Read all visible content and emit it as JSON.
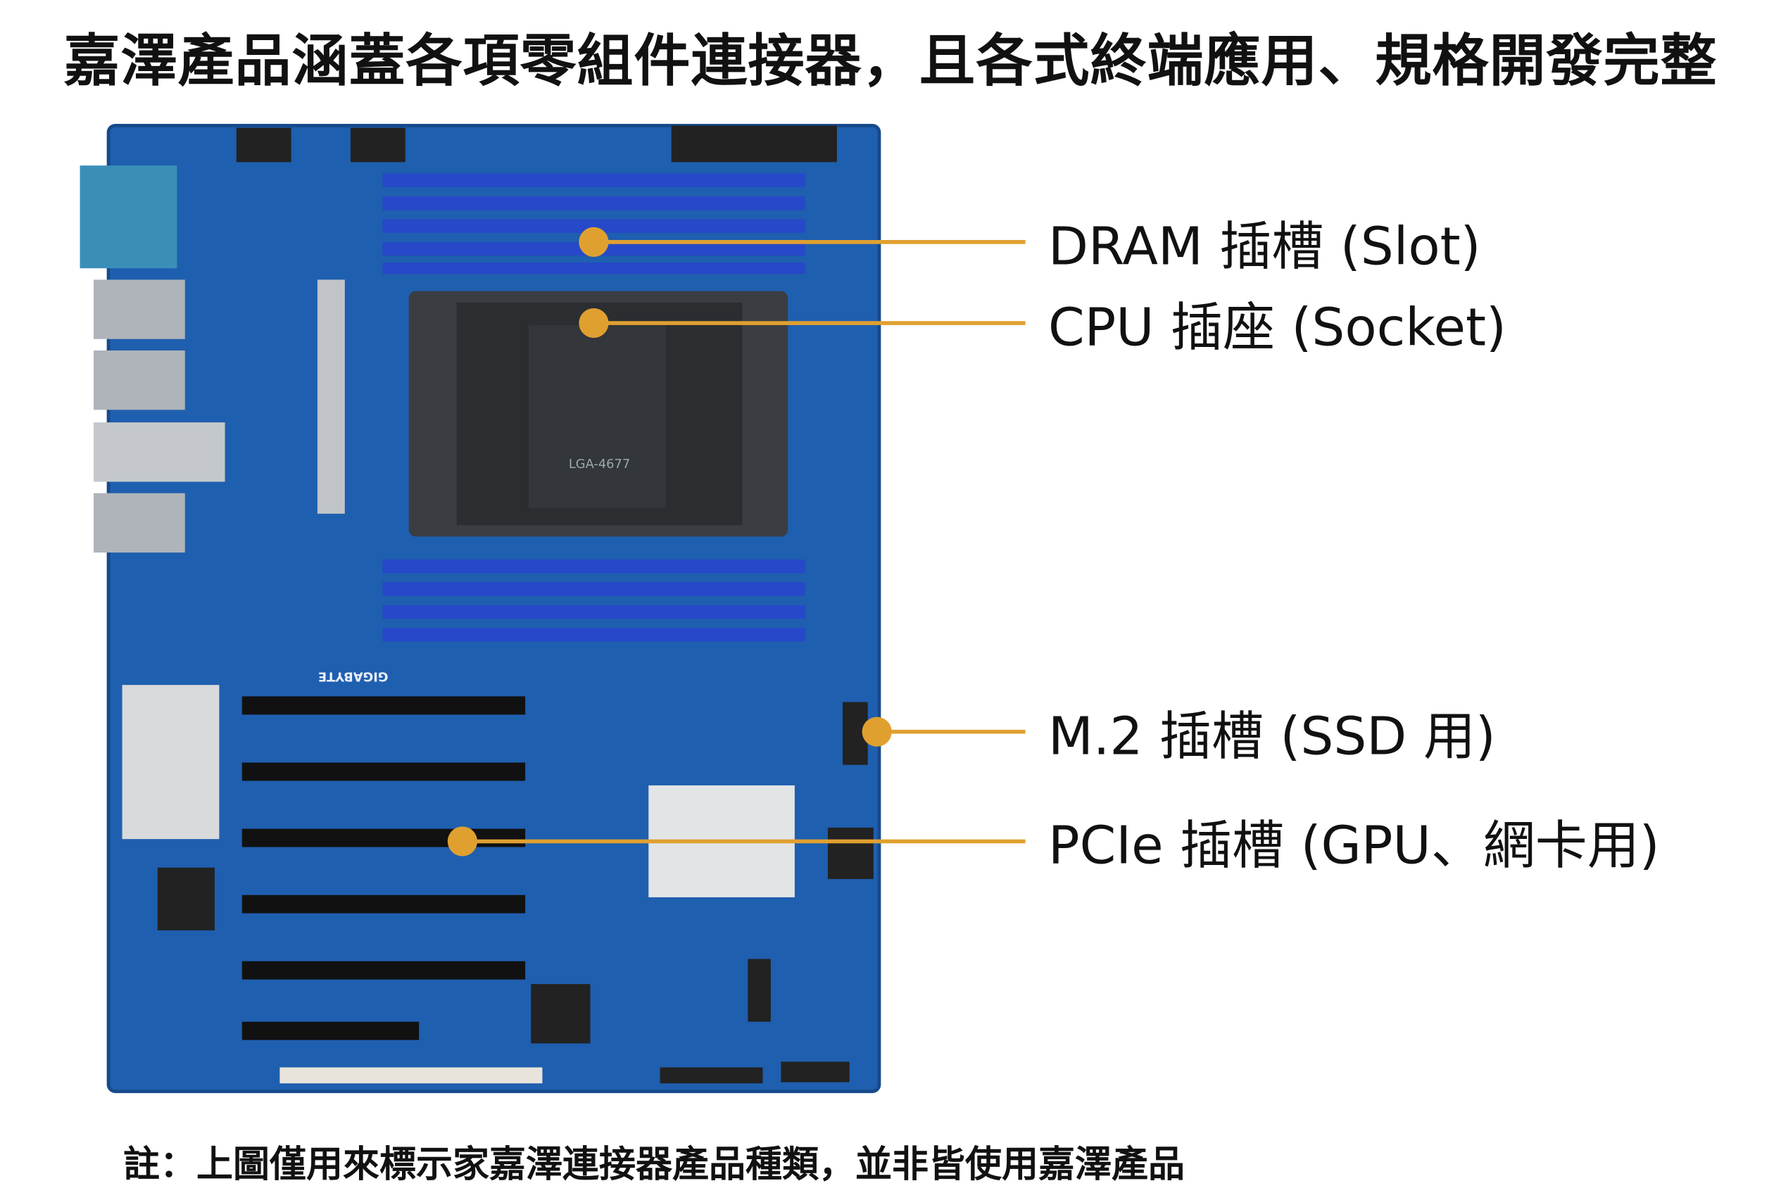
{
  "title": "嘉澤產品涵蓋各項零組件連接器，且各式終端應用、規格開發完整",
  "callouts": [
    {
      "label": "DRAM 插槽 (Slot)"
    },
    {
      "label": "CPU 插座 (Socket)"
    },
    {
      "label": "M.2 插槽 (SSD 用)"
    },
    {
      "label": "PCIe 插槽 (GPU、網卡用)"
    }
  ],
  "socket_marking": "LGA-4677",
  "board_brand": "GIGABYTE",
  "note": "註：上圖僅用來標示家嘉澤連接器產品種類，並非皆使用嘉澤產品",
  "colors": {
    "callout": "#E0A030",
    "board": "#1F5FAF",
    "dram": "#2748C8"
  }
}
